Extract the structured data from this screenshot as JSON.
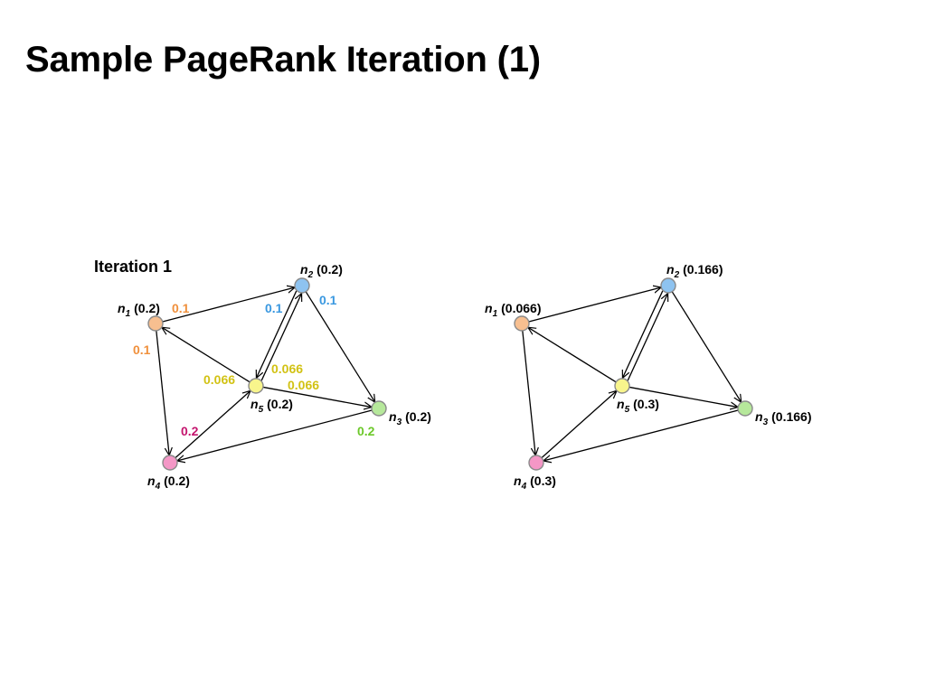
{
  "slide": {
    "title": "Sample PageRank Iteration (1)",
    "left_caption": "Iteration 1"
  },
  "colors": {
    "n1": "#f7bf90",
    "n2": "#8ec3f0",
    "n3": "#b6e89b",
    "n4": "#f497c6",
    "n5": "#f8f58c",
    "flow_n1": "#f0903c",
    "flow_n2": "#3a98e0",
    "flow_n3": "#6cc82a",
    "flow_n4": "#c4156e",
    "flow_n5": "#d2c214"
  },
  "graph": {
    "edges": [
      [
        "n1",
        "n2"
      ],
      [
        "n1",
        "n4"
      ],
      [
        "n2",
        "n3"
      ],
      [
        "n2",
        "n5"
      ],
      [
        "n3",
        "n4"
      ],
      [
        "n4",
        "n5"
      ],
      [
        "n5",
        "n1"
      ],
      [
        "n5",
        "n2"
      ],
      [
        "n5",
        "n3"
      ]
    ]
  },
  "diagrams": [
    {
      "nodes": [
        {
          "id": "n1",
          "sub": "1",
          "value": "(0.2)"
        },
        {
          "id": "n2",
          "sub": "2",
          "value": "(0.2)"
        },
        {
          "id": "n3",
          "sub": "3",
          "value": "(0.2)"
        },
        {
          "id": "n4",
          "sub": "4",
          "value": "(0.2)"
        },
        {
          "id": "n5",
          "sub": "5",
          "value": "(0.2)"
        }
      ],
      "flows": [
        {
          "text": "0.1",
          "color_key": "flow_n1"
        },
        {
          "text": "0.1",
          "color_key": "flow_n1"
        },
        {
          "text": "0.1",
          "color_key": "flow_n2"
        },
        {
          "text": "0.1",
          "color_key": "flow_n2"
        },
        {
          "text": "0.066",
          "color_key": "flow_n5"
        },
        {
          "text": "0.066",
          "color_key": "flow_n5"
        },
        {
          "text": "0.066",
          "color_key": "flow_n5"
        },
        {
          "text": "0.2",
          "color_key": "flow_n4"
        },
        {
          "text": "0.2",
          "color_key": "flow_n3"
        }
      ]
    },
    {
      "nodes": [
        {
          "id": "n1",
          "sub": "1",
          "value": "(0.066)"
        },
        {
          "id": "n2",
          "sub": "2",
          "value": "(0.166)"
        },
        {
          "id": "n3",
          "sub": "3",
          "value": "(0.166)"
        },
        {
          "id": "n4",
          "sub": "4",
          "value": "(0.3)"
        },
        {
          "id": "n5",
          "sub": "5",
          "value": "(0.3)"
        }
      ],
      "flows": []
    }
  ]
}
